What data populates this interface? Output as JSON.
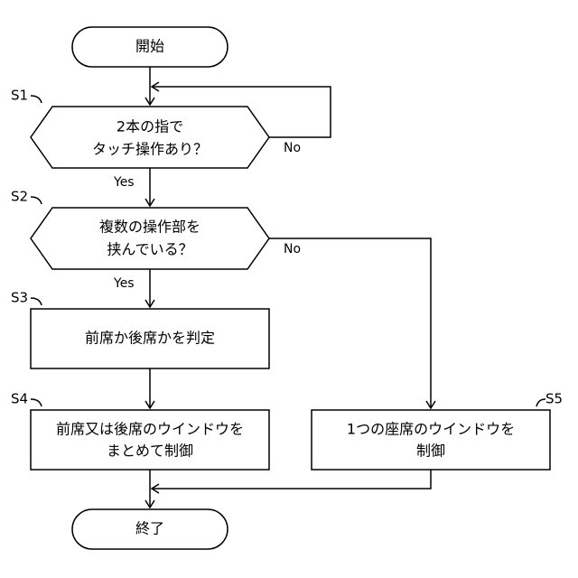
{
  "nodes": {
    "start": {
      "label": "開始"
    },
    "s1": {
      "step": "S1",
      "lines": [
        "2本の指で",
        "タッチ操作あり？"
      ]
    },
    "s2": {
      "step": "S2",
      "lines": [
        "複数の操作部を",
        "挟んでいる？"
      ]
    },
    "s3": {
      "step": "S3",
      "label": "前席か後席かを判定"
    },
    "s4": {
      "step": "S4",
      "lines": [
        "前席又は後席のウインドウを",
        "まとめて制御"
      ]
    },
    "s5": {
      "step": "S5",
      "lines": [
        "1つの座席のウインドウを",
        "制御"
      ]
    },
    "end": {
      "label": "終了"
    }
  },
  "edges": {
    "s1_yes": "Yes",
    "s1_no": "No",
    "s2_yes": "Yes",
    "s2_no": "No"
  }
}
